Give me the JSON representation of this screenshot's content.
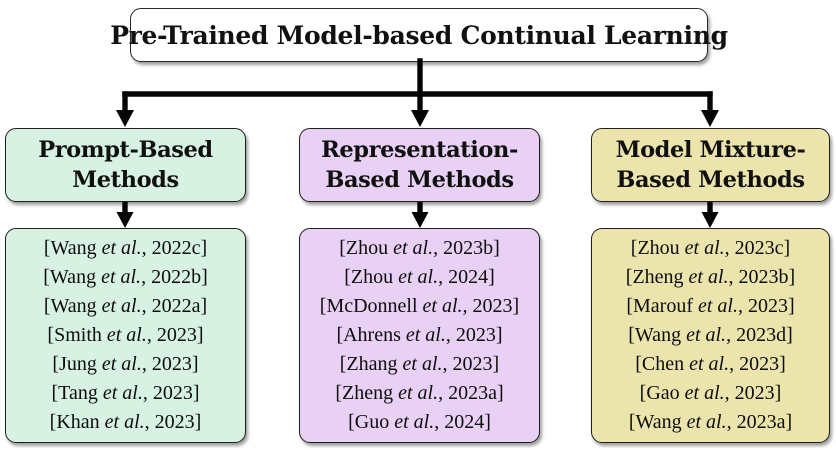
{
  "diagram": {
    "root_title": "Pre-Trained Model-based Continual Learning",
    "etal": "et al.",
    "colors": {
      "root_fill": "#ffffff",
      "prompt_fill": "#d7f2e2",
      "representation_fill": "#e9d0f5",
      "mixture_fill": "#ece4ad",
      "box_border": "#1f1f1f",
      "arrow": "#050505"
    },
    "columns": [
      {
        "key": "prompt-based-methods",
        "title_lines": [
          "Prompt-Based",
          "Methods"
        ],
        "fill": "#d7f2e2",
        "citations": [
          {
            "pre": "[Wang ",
            "etal": "et al.",
            "post": ", 2022c]"
          },
          {
            "pre": "[Wang ",
            "etal": "et al.",
            "post": ", 2022b]"
          },
          {
            "pre": "[Wang ",
            "etal": "et al.",
            "post": ", 2022a]"
          },
          {
            "pre": "[Smith ",
            "etal": "et al.",
            "post": ", 2023]"
          },
          {
            "pre": "[Jung ",
            "etal": "et al.",
            "post": ", 2023]"
          },
          {
            "pre": "[Tang ",
            "etal": "et al.",
            "post": ", 2023]"
          },
          {
            "pre": "[Khan ",
            "etal": "et al.",
            "post": ", 2023]"
          }
        ]
      },
      {
        "key": "representation-based-methods",
        "title_lines": [
          "Representation-",
          "Based Methods"
        ],
        "fill": "#e9d0f5",
        "citations": [
          {
            "pre": "[Zhou ",
            "etal": "et al.",
            "post": ", 2023b]"
          },
          {
            "pre": "[Zhou ",
            "etal": "et al.",
            "post": ", 2024]"
          },
          {
            "pre": "[McDonnell ",
            "etal": "et al.",
            "post": ", 2023]"
          },
          {
            "pre": "[Ahrens ",
            "etal": "et al.",
            "post": ", 2023]"
          },
          {
            "pre": "[Zhang ",
            "etal": "et al.",
            "post": ", 2023]"
          },
          {
            "pre": "[Zheng ",
            "etal": "et al.",
            "post": ", 2023a]"
          },
          {
            "pre": "[Guo ",
            "etal": "et al.",
            "post": ", 2024]"
          }
        ]
      },
      {
        "key": "model-mixture-based-methods",
        "title_lines": [
          "Model Mixture-",
          "Based Methods"
        ],
        "fill": "#ece4ad",
        "citations": [
          {
            "pre": "[Zhou ",
            "etal": "et al.",
            "post": ", 2023c]"
          },
          {
            "pre": "[Zheng ",
            "etal": "et al.",
            "post": ", 2023b]"
          },
          {
            "pre": "[Marouf ",
            "etal": "et al.",
            "post": ", 2023]"
          },
          {
            "pre": "[Wang ",
            "etal": "et al.",
            "post": ", 2023d]"
          },
          {
            "pre": "[Chen ",
            "etal": "et al.",
            "post": ", 2023]"
          },
          {
            "pre": "[Gao ",
            "etal": "et al.",
            "post": ", 2023]"
          },
          {
            "pre": "[Wang ",
            "etal": "et al.",
            "post": ", 2023a]"
          }
        ]
      }
    ]
  }
}
